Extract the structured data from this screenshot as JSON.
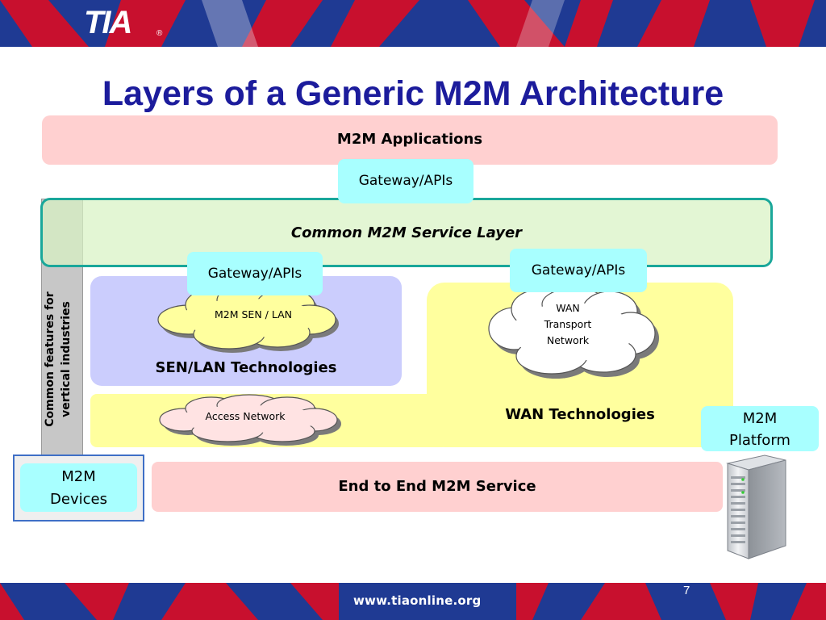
{
  "logo": {
    "text": "TIA",
    "reg": "®"
  },
  "title": "Layers of a Generic M2M Architecture",
  "layers": {
    "applications": "M2M Applications",
    "gateway_top": "Gateway/APIs",
    "service_layer": "Common M2M Service Layer",
    "gateway_sen": "Gateway/APIs",
    "gateway_wan": "Gateway/APIs",
    "sen_cloud": "M2M SEN / LAN",
    "sen_technologies": "SEN/LAN Technologies",
    "wan_cloud": [
      "WAN",
      "Transport",
      "Network"
    ],
    "access_cloud": "Access Network",
    "wan_technologies": "WAN Technologies",
    "vertical_features": [
      "Common features for",
      "vertical industries"
    ],
    "end_to_end": "End to End M2M Service",
    "devices": [
      "M2M",
      "Devices"
    ],
    "platform": [
      "M2M",
      "Platform"
    ]
  },
  "icons": {
    "server": "server-icon"
  },
  "colors": {
    "title": "#1c1c9c",
    "pink": "#ffd0d0",
    "aqua": "#a8ffff",
    "green": "#d8f3c4",
    "teal_border": "#1aa79a",
    "lavender": "#cbcdfd",
    "yellow": "#ffff9e",
    "band_red": "#c8102e",
    "band_blue": "#1f3a93"
  },
  "footer": {
    "url": "www.tiaonline.org",
    "page": "7"
  }
}
